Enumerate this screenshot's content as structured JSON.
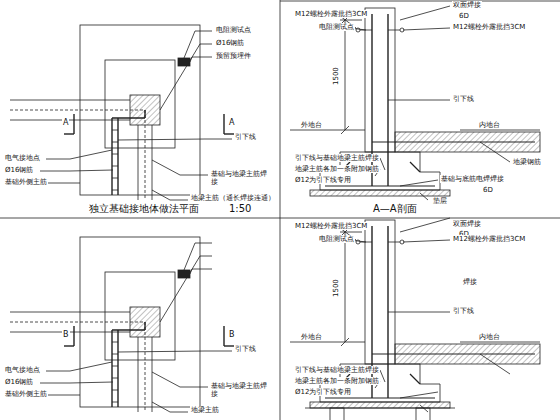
{
  "diagram": {
    "labels": [
      "电阻测试点",
      "Ø16钢筋",
      "预留预埋件",
      "A",
      "A",
      "引下线",
      "电气接地点",
      "Ø16钢筋",
      "基础外侧主筋",
      "基础与地梁主筋焊接",
      "地梁主筋（通长焊接连通）",
      "独立基础接地体做法平面",
      "1:50",
      "M12螺栓外露批挡3CM",
      "电阻测试点",
      "双面焊接",
      "6D",
      "M12螺栓外露批挡3CM",
      "1500",
      "引下线",
      "外地台",
      "内地台",
      "引下线与基础地梁主筋焊接",
      "地梁主筋各加一条附加钢筋",
      "Ø12为引下线专用",
      "地梁钢筋",
      "基础与底筋电焊焊接",
      "6D",
      "垫层",
      "A—A剖面",
      "B",
      "B",
      "引下线",
      "电气接地点",
      "Ø16钢筋",
      "基础外侧主筋",
      "基础与地梁主筋焊接",
      "地梁主筋",
      "M12螺栓外露批挡3CM",
      "电阻测试点",
      "双面焊接",
      "6D",
      "M12螺栓外露批挡3CM",
      "1500",
      "焊接",
      "引下线",
      "外地台",
      "内地台",
      "引下线与基础地梁主筋焊接",
      "地梁主筋各加一条附加钢筋",
      "Ø12为引下线专用"
    ]
  }
}
